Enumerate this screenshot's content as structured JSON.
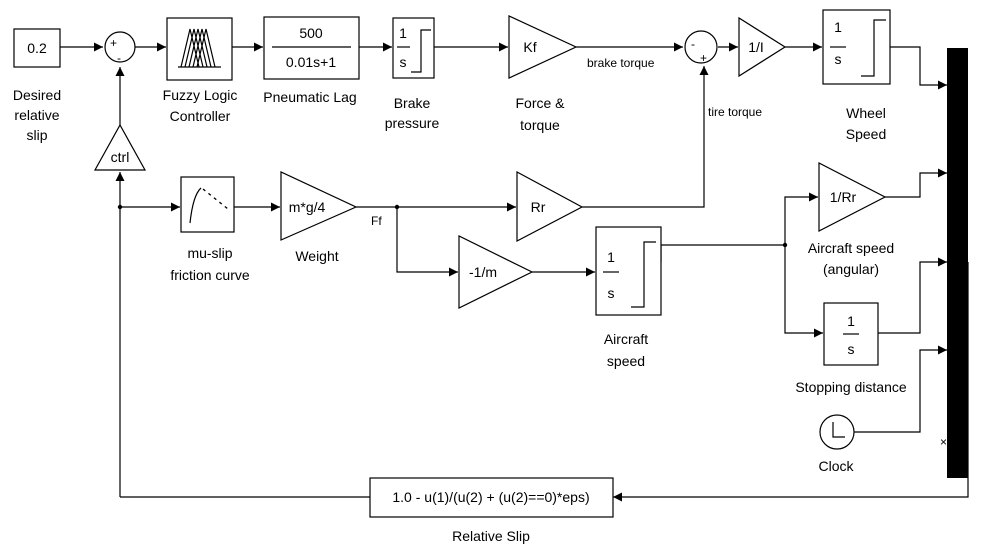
{
  "blocks": {
    "desired_slip": {
      "value": "0.2",
      "label_lines": [
        "Desired",
        "relative",
        "slip"
      ]
    },
    "sum1": {
      "plus": "+",
      "minus": "-"
    },
    "fuzzy": {
      "label_lines": [
        "Fuzzy Logic",
        "Controller"
      ]
    },
    "pneumatic": {
      "num": "500",
      "den": "0.01s+1",
      "label": "Pneumatic Lag"
    },
    "brake_int": {
      "num": "1",
      "den": "s",
      "label_lines": [
        "Brake",
        "pressure"
      ]
    },
    "kf": {
      "gain": "Kf",
      "label_lines": [
        "Force &",
        "torque"
      ]
    },
    "sum2": {
      "plus": "+",
      "minus": "-"
    },
    "inv_i": {
      "gain": "1/I"
    },
    "wheel_int": {
      "num": "1",
      "den": "s",
      "label_lines": [
        "Wheel",
        "Speed"
      ]
    },
    "ctrl": {
      "gain": "ctrl"
    },
    "mu_slip": {
      "label_lines": [
        "mu-slip",
        "friction curve"
      ]
    },
    "weight": {
      "gain": "m*g/4",
      "label": "Weight"
    },
    "rr": {
      "gain": "Rr"
    },
    "inv_m": {
      "gain": "-1/m"
    },
    "aircraft_int": {
      "num": "1",
      "den": "s",
      "label_lines": [
        "Aircraft",
        "speed"
      ]
    },
    "inv_rr": {
      "gain": "1/Rr",
      "label_lines": [
        "Aircraft speed",
        "(angular)"
      ]
    },
    "dist_int": {
      "num": "1",
      "den": "s",
      "label": "Stopping distance"
    },
    "clock": {
      "label": "Clock"
    },
    "relslip": {
      "expr": "1.0 - u(1)/(u(2) + (u(2)==0)*eps)",
      "label": "Relative Slip"
    },
    "mux_mark": "×"
  },
  "signals": {
    "brake_torque": "brake torque",
    "tire_torque": "tire torque",
    "ff": "Ff"
  }
}
